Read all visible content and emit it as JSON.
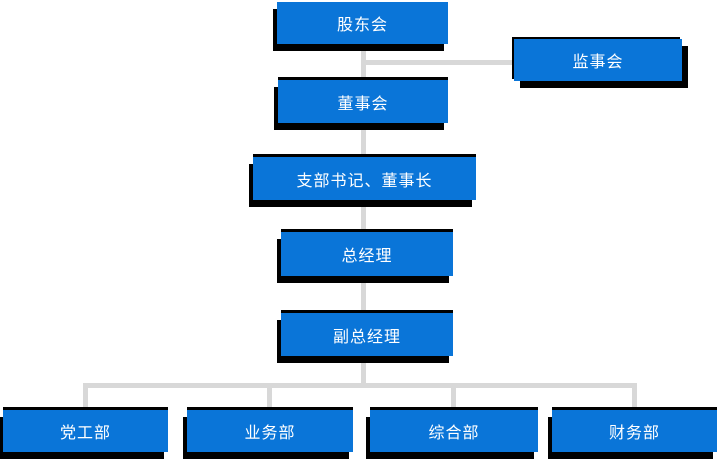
{
  "org_chart": {
    "type": "org-tree",
    "colors": {
      "node_fill": "#0a75d8",
      "node_text": "#ffffff",
      "node_shadow": "#000000",
      "connector": "#d8d8d8",
      "background": "#ffffff"
    },
    "nodes": {
      "shareholders": {
        "label": "股东会"
      },
      "supervisors": {
        "label": "监事会"
      },
      "board": {
        "label": "董事会"
      },
      "secretary_chairman": {
        "label": "支部书记、董事长"
      },
      "general_manager": {
        "label": "总经理"
      },
      "deputy_general_manager": {
        "label": "副总经理"
      },
      "departments": [
        {
          "label": "党工部"
        },
        {
          "label": "业务部"
        },
        {
          "label": "综合部"
        },
        {
          "label": "财务部"
        }
      ]
    },
    "edges": [
      {
        "from": "股东会",
        "to": "董事会"
      },
      {
        "from": "股东会",
        "to": "监事会"
      },
      {
        "from": "董事会",
        "to": "支部书记、董事长"
      },
      {
        "from": "支部书记、董事长",
        "to": "总经理"
      },
      {
        "from": "总经理",
        "to": "副总经理"
      },
      {
        "from": "副总经理",
        "to": "党工部"
      },
      {
        "from": "副总经理",
        "to": "业务部"
      },
      {
        "from": "副总经理",
        "to": "综合部"
      },
      {
        "from": "副总经理",
        "to": "财务部"
      }
    ]
  }
}
